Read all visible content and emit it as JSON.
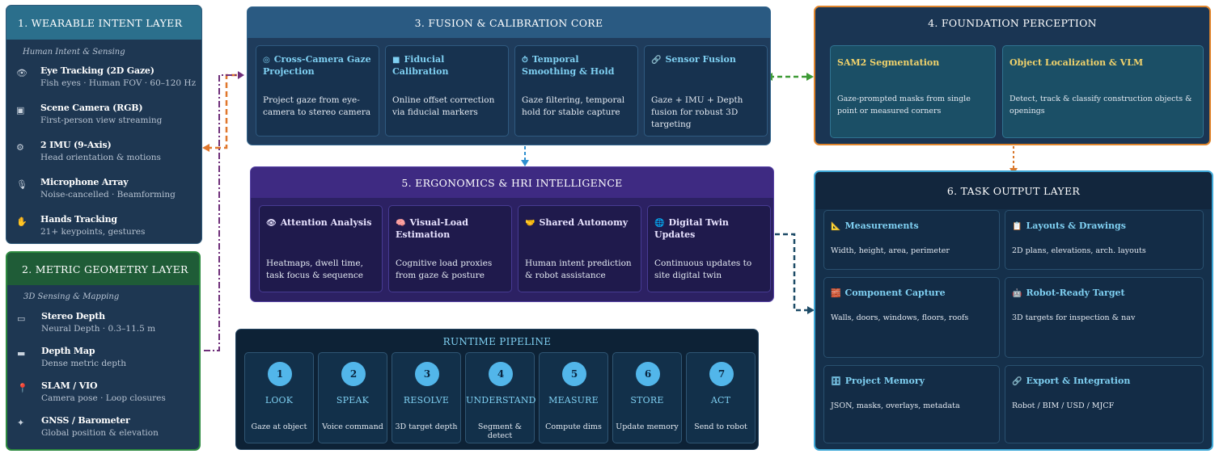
{
  "layer1": {
    "title": "1. WEARABLE INTENT LAYER",
    "subtitle": "Human Intent & Sensing",
    "items": [
      {
        "icon": "eye-icon",
        "glyph": "👁",
        "title": "Eye Tracking (2D Gaze)",
        "desc": "Fish eyes · Human FOV · 60–120 Hz"
      },
      {
        "icon": "camera-icon",
        "glyph": "▣",
        "title": "Scene Camera (RGB)",
        "desc": "First-person view streaming"
      },
      {
        "icon": "gear-icon",
        "glyph": "⚙",
        "title": "2 IMU (9-Axis)",
        "desc": "Head orientation & motions"
      },
      {
        "icon": "microphone-icon",
        "glyph": "🎙",
        "title": "Microphone Array",
        "desc": "Noise-cancelled · Beamforming"
      },
      {
        "icon": "hand-icon",
        "glyph": "✋",
        "title": "Hands Tracking",
        "desc": "21+ keypoints, gestures"
      }
    ]
  },
  "layer2": {
    "title": "2. METRIC GEOMETRY LAYER",
    "subtitle": "3D Sensing & Mapping",
    "items": [
      {
        "icon": "stereo-camera-icon",
        "glyph": "▭",
        "title": "Stereo Depth",
        "desc": "Neural Depth · 0.3–11.5 m"
      },
      {
        "icon": "depth-map-icon",
        "glyph": "▬",
        "title": "Depth Map",
        "desc": "Dense metric depth"
      },
      {
        "icon": "location-pin-icon",
        "glyph": "📍",
        "title": "SLAM / VIO",
        "desc": "Camera pose · Loop closures"
      },
      {
        "icon": "satellite-icon",
        "glyph": "✦",
        "title": "GNSS / Barometer",
        "desc": "Global position & elevation"
      }
    ]
  },
  "layer3": {
    "title": "3. FUSION & CALIBRATION CORE",
    "cards": [
      {
        "icon": "target-icon",
        "glyph": "◎",
        "title": "Cross-Camera Gaze Projection",
        "desc": "Project gaze from eye-camera to stereo camera"
      },
      {
        "icon": "marker-icon",
        "glyph": "■",
        "title": "Fiducial Calibration",
        "desc": "Online offset correction via fiducial markers"
      },
      {
        "icon": "timer-icon",
        "glyph": "⏱",
        "title": "Temporal Smoothing & Hold",
        "desc": "Gaze filtering, temporal hold for stable capture"
      },
      {
        "icon": "link-icon",
        "glyph": "🔗",
        "title": "Sensor Fusion",
        "desc": "Gaze + IMU + Depth fusion for robust 3D targeting"
      }
    ]
  },
  "layer4": {
    "title": "4. FOUNDATION PERCEPTION",
    "cards": [
      {
        "title": "SAM2 Segmentation",
        "desc": "Gaze-prompted masks from single point or measured corners"
      },
      {
        "title": "Object Localization & VLM",
        "desc": "Detect, track & classify construction objects & openings"
      }
    ]
  },
  "layer5": {
    "title": "5. ERGONOMICS & HRI INTELLIGENCE",
    "cards": [
      {
        "icon": "eye-icon",
        "glyph": "👁",
        "title": "Attention Analysis",
        "desc": "Heatmaps, dwell time, task focus & sequence"
      },
      {
        "icon": "brain-icon",
        "glyph": "🧠",
        "title": "Visual-Load Estimation",
        "desc": "Cognitive load proxies from gaze & posture"
      },
      {
        "icon": "handshake-icon",
        "glyph": "🤝",
        "title": "Shared Autonomy",
        "desc": "Human intent prediction & robot assistance"
      },
      {
        "icon": "globe-icon",
        "glyph": "🌐",
        "title": "Digital Twin Updates",
        "desc": "Continuous updates to site digital twin"
      }
    ]
  },
  "layer6": {
    "title": "6. TASK OUTPUT LAYER",
    "cards": [
      {
        "icon": "ruler-icon",
        "glyph": "📐",
        "title": "Measurements",
        "desc": "Width, height, area, perimeter"
      },
      {
        "icon": "clipboard-icon",
        "glyph": "📋",
        "title": "Layouts & Drawings",
        "desc": "2D plans, elevations, arch. layouts"
      },
      {
        "icon": "bricks-icon",
        "glyph": "🧱",
        "title": "Component Capture",
        "desc": "Walls, doors, windows, floors, roofs"
      },
      {
        "icon": "robot-icon",
        "glyph": "🤖",
        "title": "Robot-Ready Target",
        "desc": "3D targets for inspection & nav"
      },
      {
        "icon": "database-icon",
        "glyph": "🗄",
        "title": "Project Memory",
        "desc": "JSON, masks, overlays, metadata"
      },
      {
        "icon": "link-icon",
        "glyph": "🔗",
        "title": "Export & Integration",
        "desc": "Robot / BIM / USD / MJCF"
      }
    ]
  },
  "pipeline": {
    "title": "RUNTIME PIPELINE",
    "steps": [
      {
        "num": "1",
        "label": "LOOK",
        "desc": "Gaze at object"
      },
      {
        "num": "2",
        "label": "SPEAK",
        "desc": "Voice command"
      },
      {
        "num": "3",
        "label": "RESOLVE",
        "desc": "3D target depth"
      },
      {
        "num": "4",
        "label": "UNDERSTAND",
        "desc": "Segment & detect"
      },
      {
        "num": "5",
        "label": "MEASURE",
        "desc": "Compute dims"
      },
      {
        "num": "6",
        "label": "STORE",
        "desc": "Update memory"
      },
      {
        "num": "7",
        "label": "ACT",
        "desc": "Send to robot"
      }
    ]
  },
  "colors": {
    "navy": "#1e3752",
    "teal_header": "#2b6f8c",
    "green_header": "#1f5c37",
    "purple_header": "#3e2a82",
    "orange_border": "#e0852c",
    "sky_border": "#3fa9d8"
  }
}
